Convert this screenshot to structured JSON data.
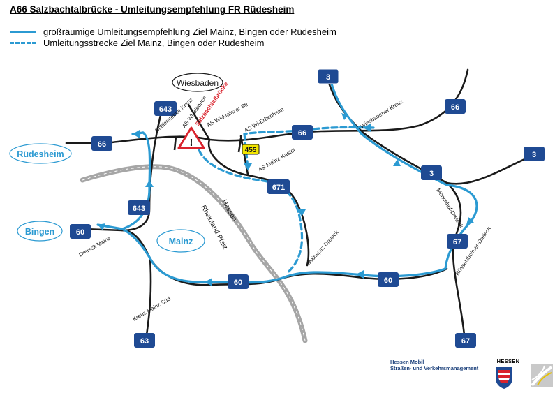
{
  "title": "A66 Salzbachtalbrücke - Umleitungsempfehlung FR Rüdesheim",
  "legend": [
    {
      "style": "solid",
      "label": "großräumige Umleitungsempfehlung Ziel Mainz, Bingen oder Rüdesheim"
    },
    {
      "style": "dashed",
      "label": "Umleitungsstrecke Ziel Mainz, Bingen oder Rüdesheim"
    }
  ],
  "colors": {
    "route": "#2b9ad2",
    "road": "#1a1a1a",
    "shield": "#1f4a93",
    "warning": "#d9232d",
    "border": "#a6a6a6",
    "b455": "#f2e500"
  },
  "cities": {
    "wiesbaden": "Wiesbaden",
    "ruedesheim": "Rüdesheim",
    "bingen": "Bingen",
    "mainz": "Mainz"
  },
  "shields": {
    "a3_top": "3",
    "a66_right": "66",
    "a3_right": "3",
    "a3_mid": "3",
    "a643_top": "643",
    "a66_left": "66",
    "a66_center": "66",
    "a643_mid": "643",
    "a60_left": "60",
    "a671": "671",
    "a67_mid": "67",
    "a60_center": "60",
    "a60_right": "60",
    "a63": "63",
    "a67_bottom": "67",
    "b455": "455"
  },
  "places": {
    "schierstein": "Schiersteiner Kreuz",
    "wi_biebrich": "AS Wi-Biebrich",
    "salzbach": "Salzbachtalbrücke",
    "wi_mainzer": "AS Wi-Mainzer Str.",
    "wi_erbenheim": "AS Wi-Erbenheim",
    "mainz_kastel": "AS Mainz-Kastel",
    "wiesbadener_kreuz": "Wiesbadener Kreuz",
    "moenchhof": "Mönchhof-Dreieck",
    "ruesselsheimer": "Rüsselsheimer-Dreieck",
    "mainspitz": "Mainspitz Dreieck",
    "dreieck_mainz": "Dreieck Mainz",
    "kreuz_mainz_sued": "Kreuz Mainz Süd"
  },
  "state_border": {
    "hessen": "Hessen",
    "rlp": "Rheinland Pfalz"
  },
  "warning_symbol": "!",
  "footer": {
    "org_line1": "Hessen Mobil",
    "org_line2": "Straßen- und Verkehrsmanagement",
    "logo_word": "HESSEN"
  }
}
